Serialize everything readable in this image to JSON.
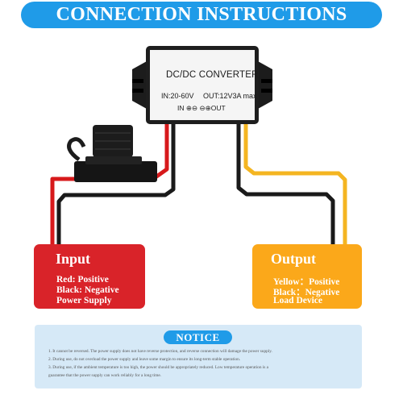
{
  "header": {
    "title": "CONNECTION INSTRUCTIONS"
  },
  "converter": {
    "title": "DC/DC CONVERTER",
    "input_spec": "IN:20-60V",
    "output_spec": "OUT:12V3A max",
    "terminal_label": "IN ⊕⊖ ⊖⊕OUT"
  },
  "input": {
    "title": "Input",
    "lines": [
      "Red: Positive",
      "Black: Negative",
      "Power Supply"
    ]
  },
  "output": {
    "title": "Output",
    "lines": [
      "Yellow：Positive",
      "Black：Negative",
      "Load Device"
    ]
  },
  "notice": {
    "title": "NOTICE",
    "items": [
      "1. It cannot be reversed. The power supply does not have reverse protection, and reverse connection will damage the power supply.",
      "2. During use, do not overload the power supply and leave some margin to ensure its long-term stable operation.",
      "3. During use, if the ambient temperature is too high, the power should be appropriately reduced. Low temperature operation is a",
      "guarantee that the power supply can work reliably for a long time."
    ]
  },
  "colors": {
    "header_blue": "#1f9be8",
    "input_red": "#d92329",
    "output_yellow": "#fba81a",
    "notice_bg": "#d6e9f7",
    "wire_red": "#d7191b",
    "wire_black": "#1a1a1a",
    "wire_yellow": "#f4b521"
  }
}
